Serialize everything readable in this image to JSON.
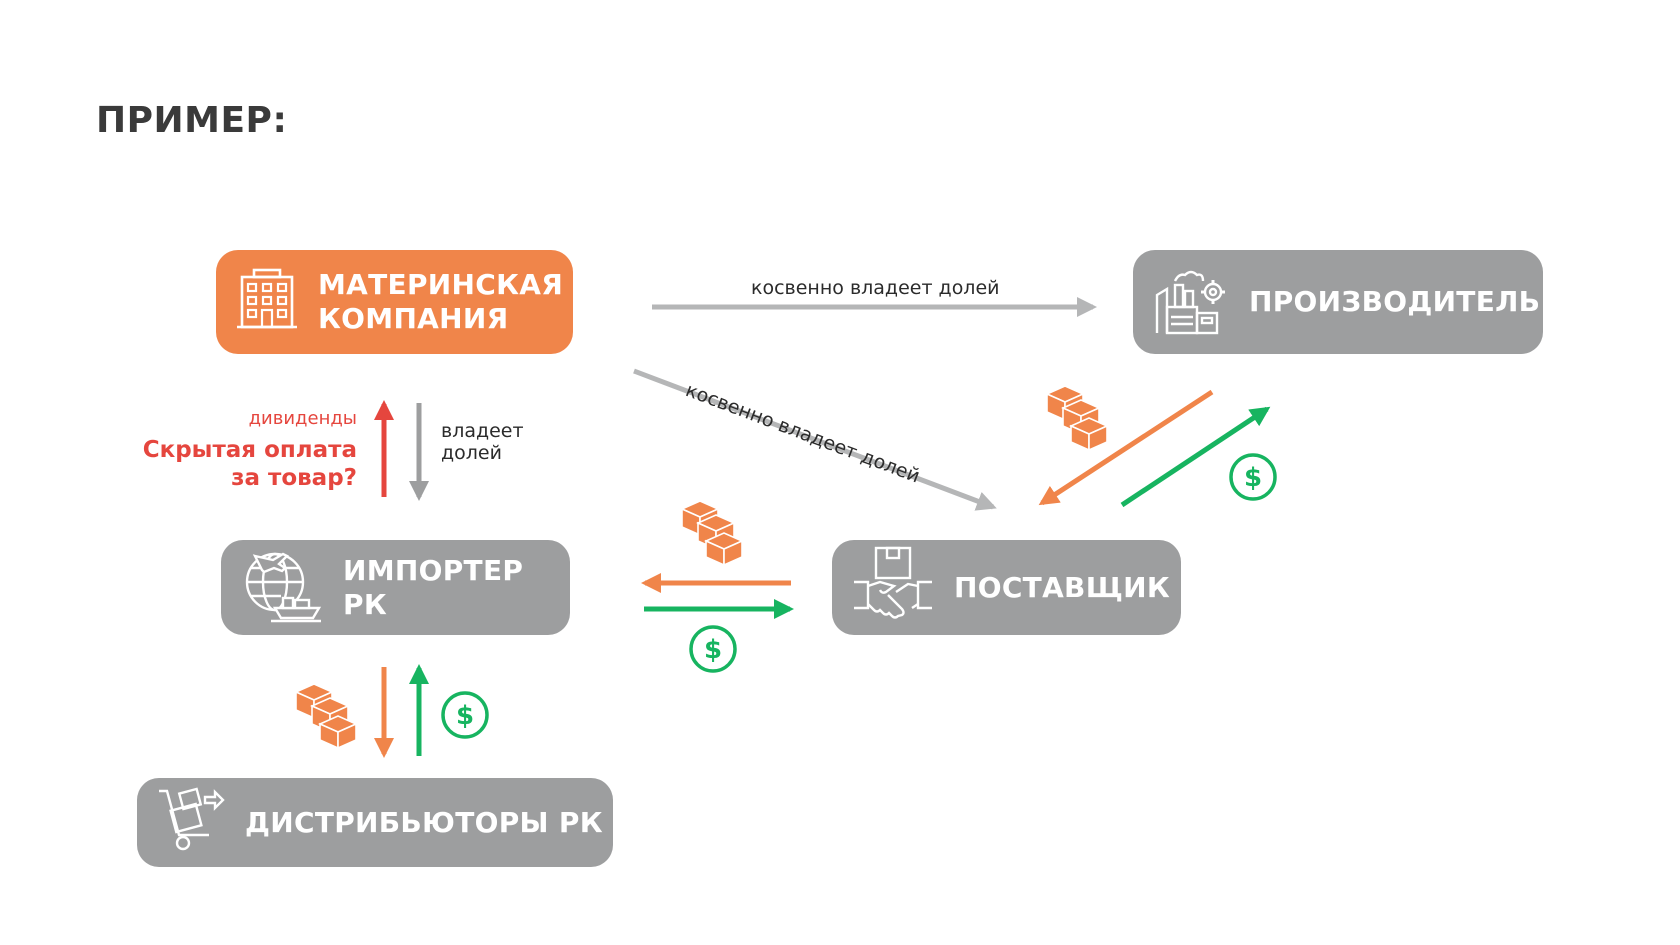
{
  "title": "ПРИМЕР:",
  "nodes": {
    "parent": {
      "line1": "МАТЕРИНСКАЯ",
      "line2": "КОМПАНИЯ"
    },
    "producer": {
      "label": "ПРОИЗВОДИТЕЛЬ"
    },
    "importer": {
      "label": "ИМПОРТЕР РК"
    },
    "supplier": {
      "label": "ПОСТАВЩИК"
    },
    "distributors": {
      "label": "ДИСТРИБЬЮТОРЫ РК"
    }
  },
  "edges": {
    "parent_producer": "косвенно владеет долей",
    "parent_supplier": "косвенно владеет долей",
    "owns_share_line1": "владеет",
    "owns_share_line2": "долей",
    "dividends": "дивиденды",
    "hidden_payment_line1": "Скрытая оплата",
    "hidden_payment_line2": "за товар?"
  },
  "icons": {
    "parent": "office-building-icon",
    "producer": "factory-gear-icon",
    "importer": "globe-plane-ship-icon",
    "supplier": "handshake-box-icon",
    "distributors": "hand-truck-icon",
    "goods": "boxes-icon",
    "money": "dollar-circle-icon"
  },
  "colors": {
    "orange": "#f0854a",
    "gray": "#9d9e9f",
    "green": "#17b460",
    "red": "#e5463e",
    "arrow_gray": "#b5b6b7"
  }
}
